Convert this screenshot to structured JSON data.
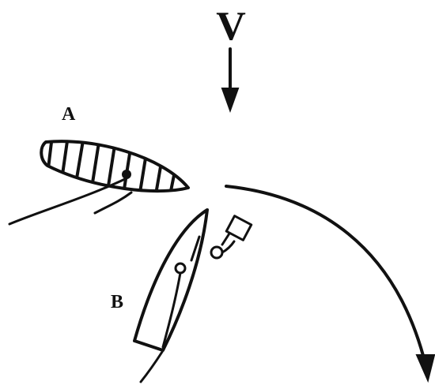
{
  "labels": {
    "wind": "V",
    "boat_a": "A",
    "boat_b": "B"
  },
  "colors": {
    "ink": "#111111",
    "background": "#ffffff"
  }
}
